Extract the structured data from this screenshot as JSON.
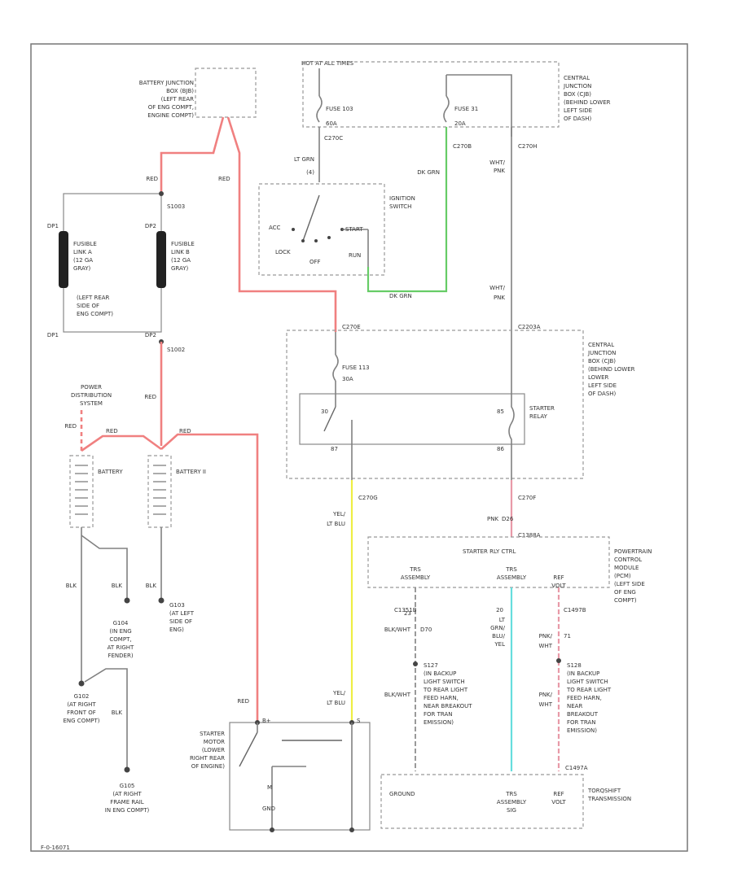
{
  "colors": {
    "red_wire": "#f08080",
    "green_wire": "#66cc66",
    "yellow_wire": "#eeee44",
    "cyan_wire": "#66dddd",
    "pink_wire": "#e89aa8",
    "plain_wire": "#808080"
  },
  "top_note": "HOT AT ALL TIMES",
  "battery_junction": {
    "lines": [
      "BATTERY JUNCTION",
      "BOX (BJB)",
      "(LEFT REAR",
      "OF ENG COMPT,",
      "ENGINE COMPT)"
    ]
  },
  "central_junction_top": {
    "lines": [
      "CENTRAL",
      "JUNCTION",
      "BOX (CJB)",
      "(BEHIND LOWER",
      "LEFT SIDE",
      "OF DASH)"
    ]
  },
  "central_junction_mid": {
    "lines": [
      "CENTRAL",
      "JUNCTION",
      "BOX (CJB)",
      "(BEHIND LOWER",
      "LOWER",
      "LEFT SIDE",
      "OF DASH)"
    ]
  },
  "fuse_103": {
    "label": "FUSE 103",
    "rating": "60A"
  },
  "fuse_31": {
    "label": "FUSE 31",
    "rating": "20A"
  },
  "fuse_113": {
    "label": "FUSE 113",
    "rating": "30A"
  },
  "ignition_switch": {
    "name": [
      "IGNITION",
      "SWITCH"
    ],
    "acc": "ACC",
    "start": "START",
    "lock": "LOCK",
    "run": "RUN",
    "off": "OFF"
  },
  "fusible_link_a": {
    "pin_top": "DP1",
    "pin_bottom": "DP1",
    "lines": [
      "FUSIBLE",
      "LINK A",
      "(12 GA",
      "GRAY)"
    ]
  },
  "fusible_link_b": {
    "pin_top": "DP2",
    "pin_bottom": "DP2",
    "lines": [
      "FUSIBLE",
      "LINK B",
      "(12 GA",
      "GRAY)"
    ]
  },
  "fusible_location": [
    "(LEFT REAR",
    "SIDE OF",
    "ENG COMPT)"
  ],
  "splices": {
    "s1": "S1003",
    "s2": "S1002"
  },
  "power_distribution": [
    "POWER",
    "DISTRIBUTION",
    "SYSTEM"
  ],
  "battery_1": {
    "label": "BATTERY"
  },
  "battery_2": {
    "label": "BATTERY II"
  },
  "starter_relay": {
    "lines": [
      "STARTER",
      "RELAY"
    ],
    "pin_85": "85",
    "pin_86": "86",
    "pin_87": "87",
    "pin_30": "30"
  },
  "starter_motor": {
    "lines": [
      "STARTER",
      "MOTOR",
      "(LOWER",
      "RIGHT REAR",
      "OF ENGINE)"
    ],
    "term_b": "B+",
    "term_s": "S",
    "pin_m": "M",
    "ground": "GND"
  },
  "pcm": {
    "title": "STARTER RLY CTRL",
    "lines": [
      "POWERTRAIN",
      "CONTROL",
      "MODULE",
      "(PCM)",
      "(LEFT SIDE",
      "OF ENG",
      "COMPT)"
    ],
    "trs_a": [
      "TRS",
      "ASSEMBLY"
    ],
    "trs_b": [
      "TRS",
      "ASSEMBLY"
    ],
    "ref": [
      "REF",
      "VOLT"
    ]
  },
  "grounds": {
    "g104": [
      "G104",
      "(IN ENG",
      "COMPT,",
      "AT RIGHT",
      "FENDER)"
    ],
    "g103": [
      "G103",
      "(AT LEFT",
      "SIDE OF",
      "ENG)"
    ],
    "g102": [
      "G102",
      "(AT RIGHT",
      "FRONT OF",
      "ENG COMPT)"
    ],
    "g105": [
      "G105",
      "(AT RIGHT",
      "FRAME RAIL",
      "IN ENG COMPT)"
    ]
  },
  "splice_s127": [
    "S127",
    "(IN BACKUP",
    "LIGHT SWITCH",
    "TO REAR LIGHT",
    "FEED HARN,",
    "NEAR BREAKOUT",
    "FOR TRAN",
    "EMISSION)"
  ],
  "splice_s128": [
    "S128",
    "(IN BACKUP",
    "LIGHT SWITCH",
    "TO REAR LIGHT",
    "FEED HARN,",
    "NEAR",
    "BREAKOUT",
    "FOR TRAN",
    "EMISSION)"
  ],
  "transmission": {
    "ground": "GROUND",
    "trs": [
      "TRS",
      "ASSEMBLY",
      "SIG"
    ],
    "ref": [
      "REF",
      "VOLT"
    ],
    "name": [
      "TORQSHIFT",
      "TRANSMISSION"
    ]
  },
  "wire_labels": {
    "red_1": "RED",
    "red_2": "RED",
    "red_3": "RED",
    "red_4": "RED",
    "red_5": "RED",
    "red_6": "RED",
    "red_7": "RED",
    "blk_1": "BLK",
    "blk_2": "BLK",
    "blk_3": "BLK",
    "blk_4": "BLK",
    "lt_grn": "LT GRN",
    "lt_grn_pin": "(4)",
    "dk_grn": "DK GRN",
    "dk_grn_2": "DK GRN",
    "wht_pnk_1": [
      "WHT/",
      "PNK"
    ],
    "wht_pnk_2": [
      "WHT/",
      "PNK"
    ],
    "yel_lt_blu_1": [
      "YEL/",
      "LT BLU"
    ],
    "yel_lt_blu_2": [
      "YEL/",
      "LT BLU"
    ],
    "pnk_1": "PNK",
    "pnk_code": "D26",
    "blk_wht_1": "BLK/WHT",
    "blk_wht_2": "BLK/WHT",
    "blk_wht_code": "D70",
    "lt_grn_blu": [
      "LT",
      "GRN/",
      "BLU/",
      "YEL"
    ],
    "trs_pin": "20",
    "pnk_wht_1": [
      "PNK/",
      "WHT"
    ],
    "pnk_wht_2": [
      "PNK/",
      "WHT"
    ],
    "ref_pin": "71",
    "pin_23": "23"
  },
  "connectors": {
    "c270c": "C270C",
    "c270b": "C270B",
    "c270h": "C270H",
    "c270e": "C270E",
    "c2203a": "C2203A",
    "c270g": "C270G",
    "c270f": "C270F",
    "c1388a": "C1388A",
    "c1351b": "C1351B",
    "c1497b": "C1497B",
    "c1497a": "C1497A"
  },
  "footer_code": "F-0-16071"
}
